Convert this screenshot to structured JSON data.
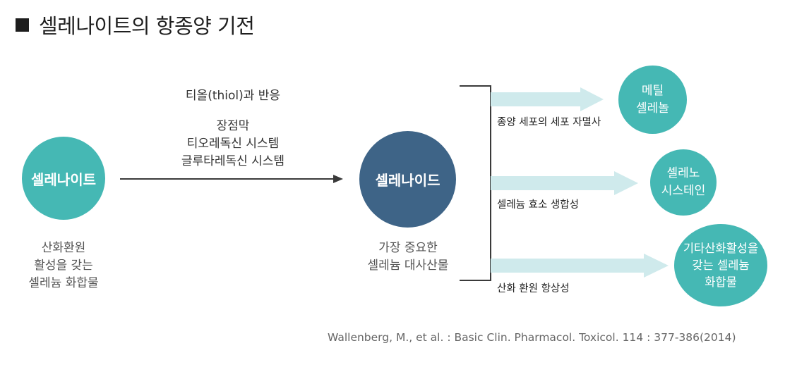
{
  "title": "셀레나이트의 항종양 기전",
  "source": {
    "label": "셀레나이트",
    "caption": "산화환원\n활성을 갖는\n셀레늄 화합물"
  },
  "reaction": {
    "top_label": "티올(thiol)과 반응",
    "pathways": "장점막\n티오레독신 시스템\n글루타레독신 시스템"
  },
  "product": {
    "label": "셀레나이드",
    "caption": "가장 중요한\n셀레늄 대사산물"
  },
  "branches": [
    {
      "effect": "종양 세포의 세포 자멸사",
      "outcome": "메틸\n셀레놀"
    },
    {
      "effect": "셀레늄 효소 생합성",
      "outcome": "셀레노\n시스테인"
    },
    {
      "effect": "산화 환원 항상성",
      "outcome": "기타산화활성을\n갖는 셀레늄\n화합물"
    }
  ],
  "credit": "Wallenberg, M., et al. : Basic Clin. Pharmacol. Toxicol. 114 : 377-386(2014)",
  "colors": {
    "teal": "#45b8b4",
    "navy": "#3e6487",
    "arrow_fill": "#cfeaec",
    "line": "#3a3a3a"
  }
}
